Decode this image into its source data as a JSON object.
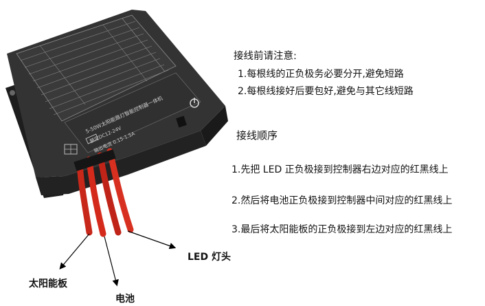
{
  "notes": {
    "title": "接线前请注意:",
    "items": [
      "1.每根线的正负极务必要分开,避免短路",
      "2.每根线接好后要包好,避免与其它线短路"
    ]
  },
  "order": {
    "title": "接线顺序",
    "steps": [
      "1.先把 LED 正负极接到控制器右边对应的红黑线上",
      "2.然后将电池正负极接到控制器中间对应的红黑线上",
      "3.最后将太阳能板的正负极接到左边对应的红黑线上"
    ]
  },
  "labels": {
    "led": "LED 灯头",
    "solar": "太阳能板",
    "battery": "电池"
  },
  "device": {
    "model_line": "5-50W太阳能路灯智能控制器一体机",
    "spec_1": "额定DC12-24V",
    "spec_2": "输出电流 0.15-1.5A"
  },
  "colors": {
    "device_body": "#2b2b2b",
    "wire_red": "#d42a1c",
    "arrow": "#000000"
  }
}
